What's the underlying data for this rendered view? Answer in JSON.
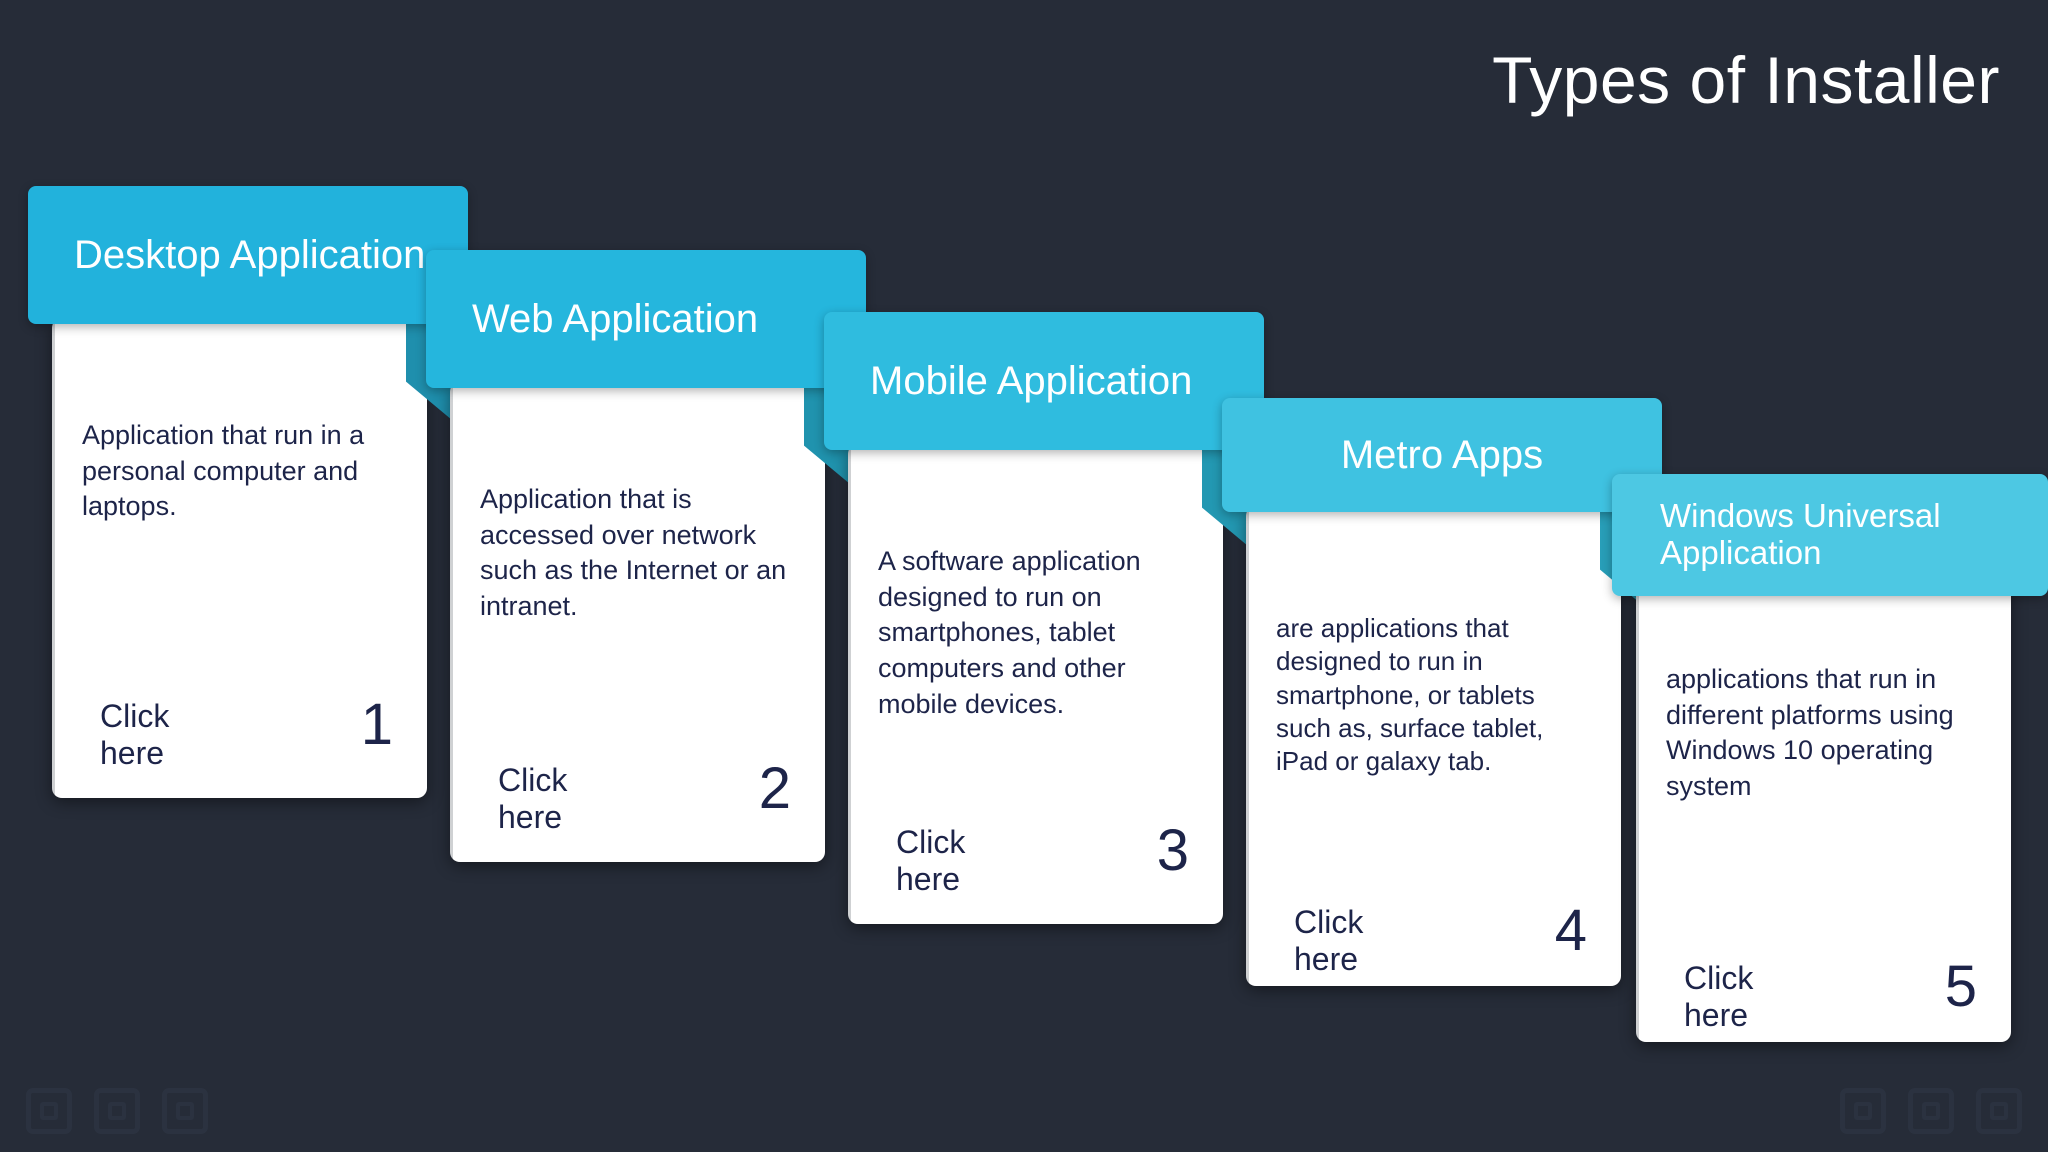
{
  "page": {
    "title": "Types of Installer",
    "background_color": "#262c38",
    "text_color_dark": "#1d2449"
  },
  "cards": [
    {
      "id": "desktop-application",
      "heading": "Desktop Application",
      "description": "Application that run in a personal computer and laptops.",
      "cta": "Click here",
      "number": "1",
      "banner_color": "#22b2dc",
      "fold_color": "#1f8fad"
    },
    {
      "id": "web-application",
      "heading": "Web Application",
      "description": "Application that is accessed over network such as the Internet or an intranet.",
      "cta": "Click here",
      "number": "2",
      "banner_color": "#25b6dd",
      "fold_color": "#2093ae"
    },
    {
      "id": "mobile-application",
      "heading": "Mobile Application",
      "description": "A software application designed to run on smartphones, tablet computers and other mobile devices.",
      "cta": "Click here",
      "number": "3",
      "banner_color": "#2fbcdf",
      "fold_color": "#2398b2"
    },
    {
      "id": "metro-apps",
      "heading": "Metro Apps",
      "description": "are applications that designed to run in smartphone, or tablets\nsuch as, surface tablet, iPad or galaxy tab.",
      "cta": "Click here",
      "number": "4",
      "banner_color": "#3fc2e1",
      "fold_color": "#289eb8"
    },
    {
      "id": "windows-universal-application",
      "heading": "Windows Universal Application",
      "description": "applications that run in different platforms using Windows 10 operating system",
      "cta": "Click here",
      "number": "5",
      "banner_color": "#4dc8e3",
      "fold_color": "#2fa6bf"
    }
  ],
  "decorations": {
    "bottom_left_icons": [
      "placeholder-icon",
      "placeholder-icon",
      "placeholder-icon"
    ],
    "bottom_right_icons": [
      "placeholder-icon",
      "placeholder-icon",
      "placeholder-icon"
    ]
  }
}
